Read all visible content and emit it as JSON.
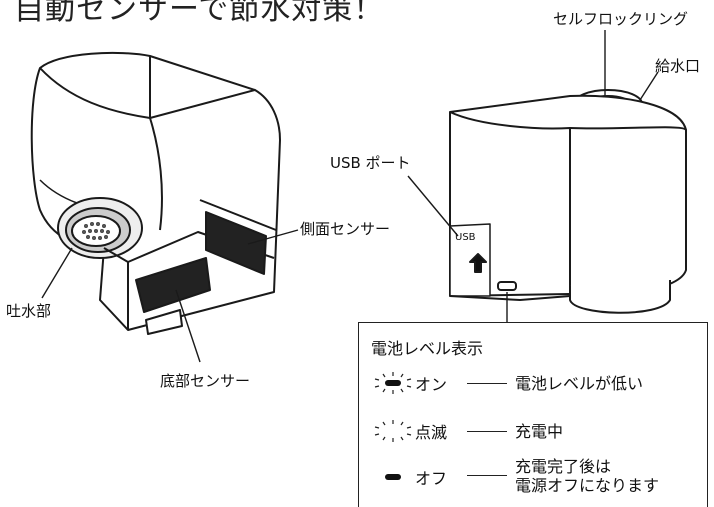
{
  "title": "自動センサーで節水対策！",
  "callouts": {
    "self_lock_ring": "セルフロックリング",
    "water_inlet": "給水口",
    "usb_port": "USB ポート",
    "side_sensor": "側面センサー",
    "spout": "吐水部",
    "bottom_sensor": "底部センサー"
  },
  "device_markings": {
    "usb_label": "USB"
  },
  "legend": {
    "title": "電池レベル表示",
    "rows": [
      {
        "state": "オン",
        "meaning": "電池レベルが低い",
        "indicator_icon": "indicator-on-icon"
      },
      {
        "state": "点滅",
        "meaning": "充電中",
        "indicator_icon": "indicator-blink-icon"
      },
      {
        "state": "オフ",
        "meaning": "充電完了後は",
        "meaning2": "電源オフになります",
        "indicator_icon": "indicator-off-icon"
      }
    ]
  }
}
